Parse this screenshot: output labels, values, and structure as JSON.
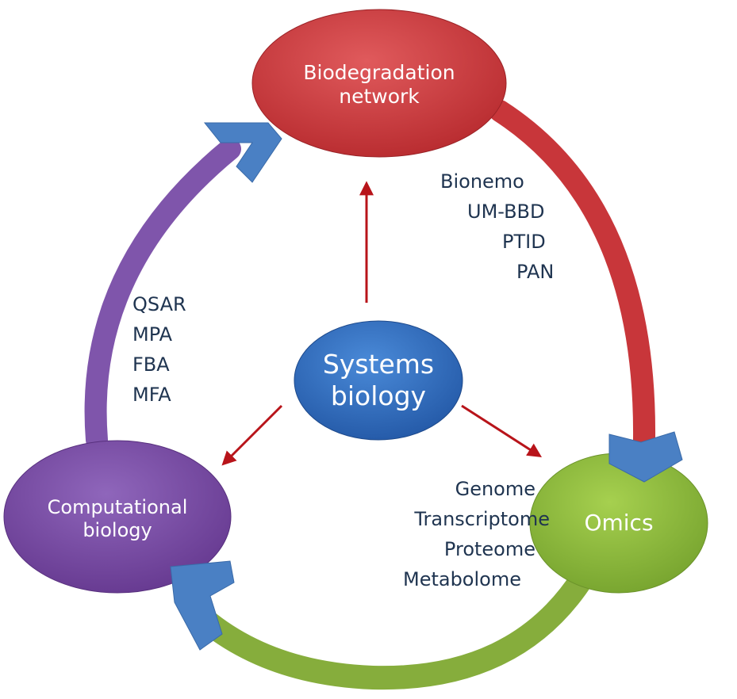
{
  "nodes": {
    "biodegradation": {
      "line1": "Biodegradation",
      "line2": "network",
      "color": "#c8363a"
    },
    "systems": {
      "line1": "Systems",
      "line2": "biology",
      "color": "#2f6fbf"
    },
    "omics": {
      "line1": "Omics",
      "color": "#8bb83d"
    },
    "computational": {
      "line1": "Computational",
      "line2": "biology",
      "color": "#7a4ea3"
    }
  },
  "lists": {
    "databases": [
      "Bionemo",
      "UM-BBD",
      "PTID",
      "PAN"
    ],
    "methods": [
      "QSAR",
      "MPA",
      "FBA",
      "MFA"
    ],
    "omics_types": [
      "Genome",
      "Transcriptome",
      "Proteome",
      "Metabolome"
    ]
  },
  "colors": {
    "arrow_red": "#c8363a",
    "arrow_green": "#86ad3c",
    "arrow_purple": "#7f55ab",
    "arrow_head": "#4a80c4",
    "center_arrow": "#b8141a"
  }
}
